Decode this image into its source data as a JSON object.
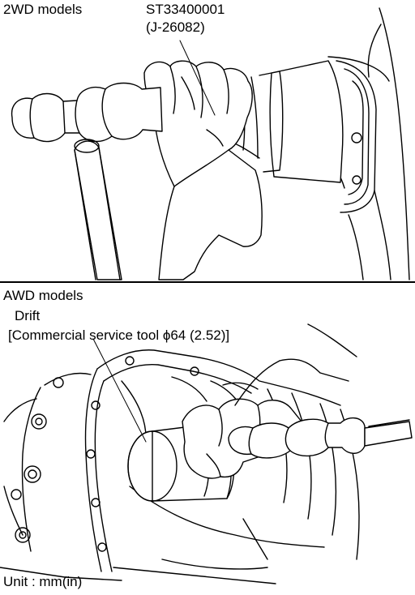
{
  "top_panel": {
    "model_label": "2WD models",
    "tool_number": "ST33400001",
    "tool_alt_number": "(J-26082)"
  },
  "bottom_panel": {
    "model_label": "AWD models",
    "tool_label": "Drift",
    "tool_spec": "[Commercial service tool ϕ64 (2.52)]"
  },
  "unit_label": "Unit : mm(in)"
}
